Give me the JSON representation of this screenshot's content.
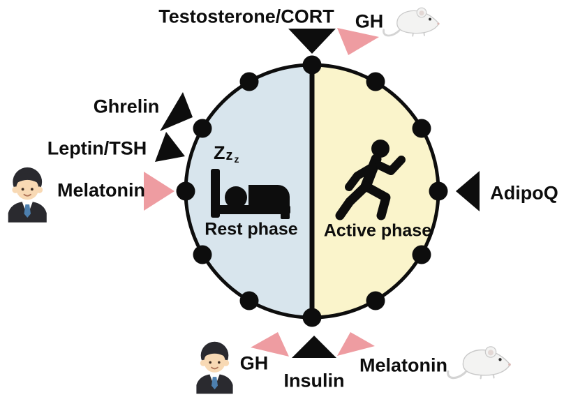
{
  "figure": {
    "description": "Circadian clock diagram of rest and active phases with hormone secretion arrows for humans and mice",
    "rest_phase_label": "Rest phase",
    "active_phase_label": "Active phase",
    "sleep_zzz": {
      "z1": "Z",
      "z2": "z",
      "z3": "z"
    }
  },
  "labels": {
    "testosterone_cort": "Testosterone/CORT",
    "gh_top": "GH",
    "ghrelin": "Ghrelin",
    "leptin_tsh": "Leptin/TSH",
    "melatonin_left": "Melatonin",
    "adipoq": "AdipoQ",
    "gh_bottom": "GH",
    "insulin": "Insulin",
    "melatonin_bottom": "Melatonin"
  },
  "annotations": [
    {
      "hormone": "Testosterone/CORT",
      "arrow_color": "black",
      "position": "top"
    },
    {
      "hormone": "GH",
      "arrow_color": "pink",
      "species": "mouse",
      "position": "top-right"
    },
    {
      "hormone": "Ghrelin",
      "arrow_color": "black",
      "position": "upper-left"
    },
    {
      "hormone": "Leptin/TSH",
      "arrow_color": "black",
      "position": "left"
    },
    {
      "hormone": "Melatonin",
      "arrow_color": "pink",
      "species": "human",
      "position": "left"
    },
    {
      "hormone": "AdipoQ",
      "arrow_color": "black",
      "position": "right"
    },
    {
      "hormone": "GH",
      "arrow_color": "pink",
      "species": "human",
      "position": "bottom-left"
    },
    {
      "hormone": "Insulin",
      "arrow_color": "black",
      "position": "bottom"
    },
    {
      "hormone": "Melatonin",
      "arrow_color": "pink",
      "species": "mouse",
      "position": "bottom-right"
    }
  ],
  "colors": {
    "rest_fill": "#d8e5ed",
    "active_fill": "#faf4cb",
    "ink": "#0d0d0d",
    "arrow_pink": "#ee9ca1",
    "mouse_body": "#f3f3f2",
    "mouse_outline": "#c9c9c9",
    "skin": "#f8d9b4",
    "hair_suit": "#2a2a2f",
    "tie_blue": "#4d7fae"
  }
}
